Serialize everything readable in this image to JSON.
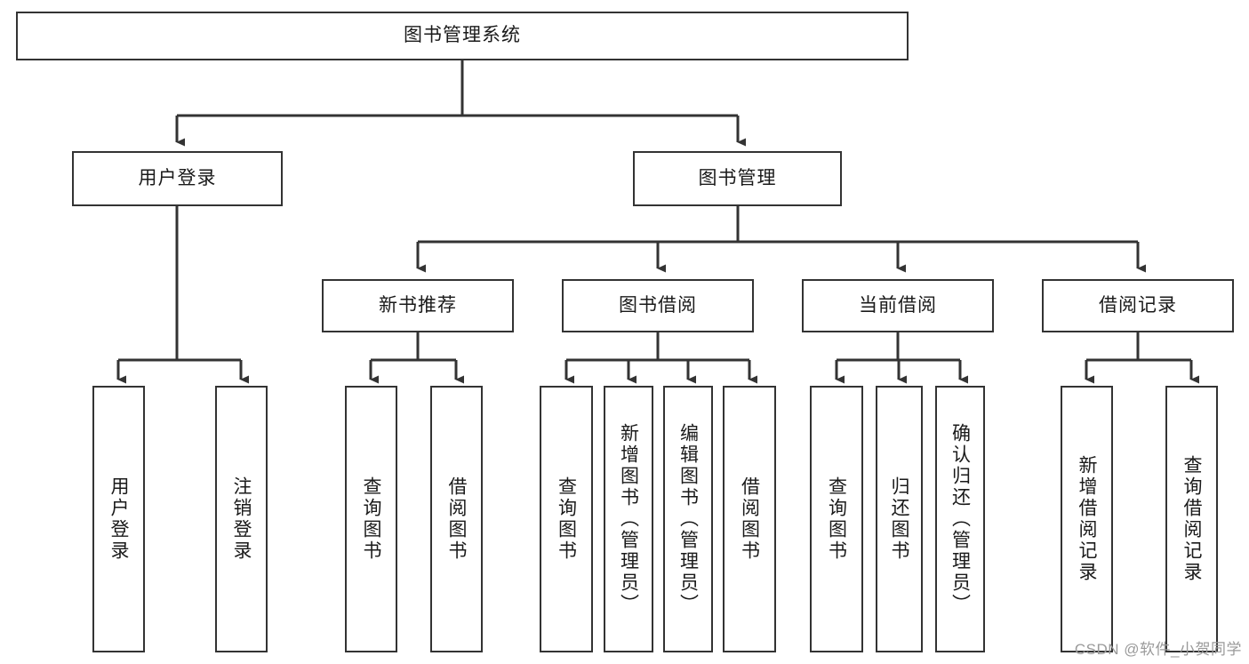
{
  "diagram": {
    "title": "图书管理系统",
    "type": "tree-hierarchy",
    "root": {
      "label": "图书管理系统"
    },
    "level2": [
      {
        "label": "用户登录"
      },
      {
        "label": "图书管理"
      }
    ],
    "level3": [
      {
        "label": "新书推荐"
      },
      {
        "label": "图书借阅"
      },
      {
        "label": "当前借阅"
      },
      {
        "label": "借阅记录"
      }
    ],
    "leaves": {
      "user_login": [
        {
          "label": "用户登录"
        },
        {
          "label": "注销登录"
        }
      ],
      "new_book_recommend": [
        {
          "label": "查询图书"
        },
        {
          "label": "借阅图书"
        }
      ],
      "book_borrow": [
        {
          "label": "查询图书"
        },
        {
          "label": "新增图书（管理员）"
        },
        {
          "label": "编辑图书（管理员）"
        },
        {
          "label": "借阅图书"
        }
      ],
      "current_borrow": [
        {
          "label": "查询图书"
        },
        {
          "label": "归还图书"
        },
        {
          "label": "确认归还（管理员）"
        }
      ],
      "borrow_record": [
        {
          "label": "新增借阅记录"
        },
        {
          "label": "查询借阅记录"
        }
      ]
    }
  },
  "watermark": {
    "text": "CSDN @软件_小贺同学"
  },
  "colors": {
    "stroke": "#333333",
    "fill": "#ffffff",
    "text": "#1a1a1a",
    "watermark": "#9a9a9a"
  }
}
